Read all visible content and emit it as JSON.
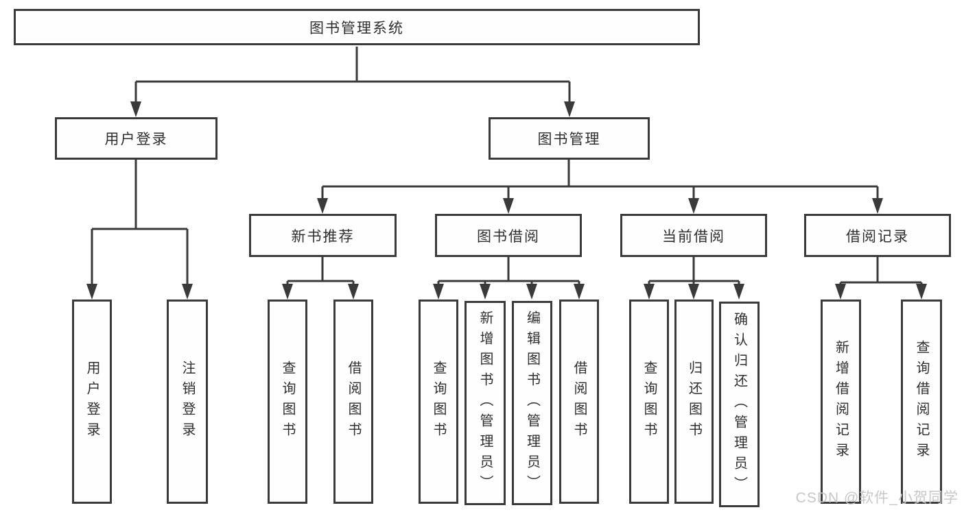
{
  "tree": {
    "root": "图书管理系统",
    "level2": [
      {
        "label": "用户登录",
        "leaves": [
          "用户登录",
          "注销登录"
        ]
      },
      {
        "label": "图书管理",
        "children": [
          {
            "label": "新书推荐",
            "leaves": [
              "查询图书",
              "借阅图书"
            ]
          },
          {
            "label": "图书借阅",
            "leaves": [
              "查询图书",
              "新增图书（管理员）",
              "编辑图书（管理员）",
              "借阅图书"
            ]
          },
          {
            "label": "当前借阅",
            "leaves": [
              "查询图书",
              "归还图书",
              "确认归还（管理员）"
            ]
          },
          {
            "label": "借阅记录",
            "leaves": [
              "新增借阅记录",
              "查询借阅记录"
            ]
          }
        ]
      }
    ]
  },
  "watermark": "CSDN @软件_小贺同学",
  "colors": {
    "line": "#3a3a3a",
    "box_border": "#3a3a3a",
    "box_fill": "#fefefe",
    "text": "#2e2e2e",
    "watermark": "#c7c7c7",
    "background": "#ffffff"
  }
}
